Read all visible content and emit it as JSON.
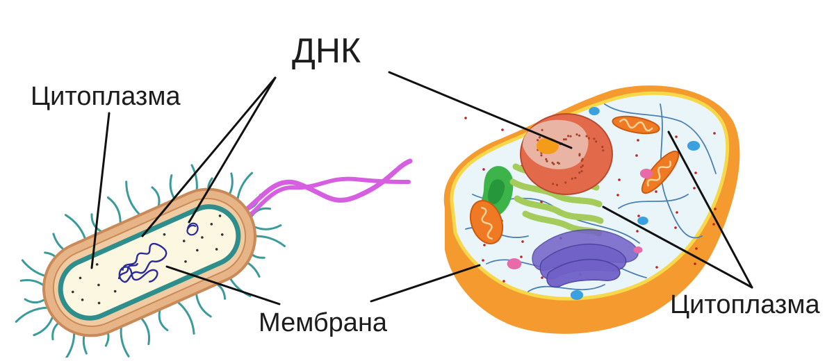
{
  "labels": {
    "dna": "ДНК",
    "cytoplasm_left": "Цитоплазма",
    "membrane": "Мембрана",
    "cytoplasm_right": "Цитоплазма"
  },
  "colors": {
    "bacterium_wall": "#e6b486",
    "bacterium_wall_edge": "#c88a58",
    "bacterium_membrane": "#2e8e8c",
    "bacterium_cytoplasm": "#fbf7e0",
    "pili": "#3a9b9a",
    "flagellum": "#d65ee0",
    "nucleoid": "#2a2a9a",
    "cell_membrane": "#f59a2e",
    "cell_membrane_dark": "#e0801a",
    "cell_cytoplasm": "#eaf5fa",
    "cell_border": "#f7d84a",
    "nucleus": "#e26a4a",
    "nucleolus": "#f39c1a",
    "mitochondria": "#f07a24",
    "er_rough": "#a5cc5a",
    "golgi": "#7060c8",
    "chloro_green": "#3cb44a",
    "pointer": "#111111"
  }
}
